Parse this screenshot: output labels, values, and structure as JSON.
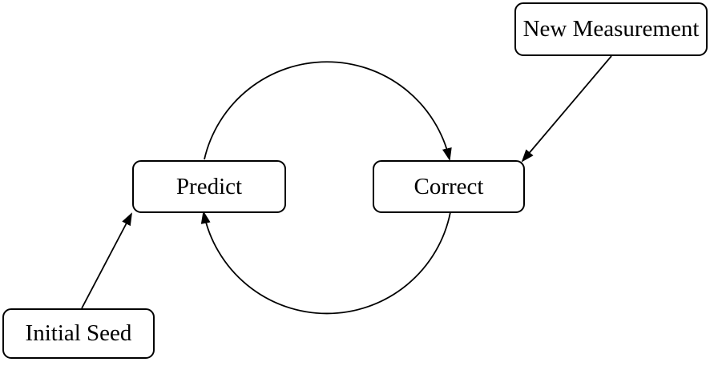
{
  "diagram": {
    "type": "flow-cycle",
    "nodes": {
      "predict": {
        "label": "Predict"
      },
      "correct": {
        "label": "Correct"
      },
      "new_measurement": {
        "label": "New Measurement"
      },
      "initial_seed": {
        "label": "Initial Seed"
      }
    },
    "edges": [
      {
        "from": "predict",
        "to": "correct",
        "style": "arc-top-clockwise"
      },
      {
        "from": "correct",
        "to": "predict",
        "style": "arc-bottom-clockwise"
      },
      {
        "from": "new_measurement",
        "to": "correct",
        "style": "straight"
      },
      {
        "from": "initial_seed",
        "to": "predict",
        "style": "straight"
      }
    ],
    "colors": {
      "stroke": "#000000",
      "node_fill": "#ffffff",
      "background": "#ffffff"
    }
  }
}
